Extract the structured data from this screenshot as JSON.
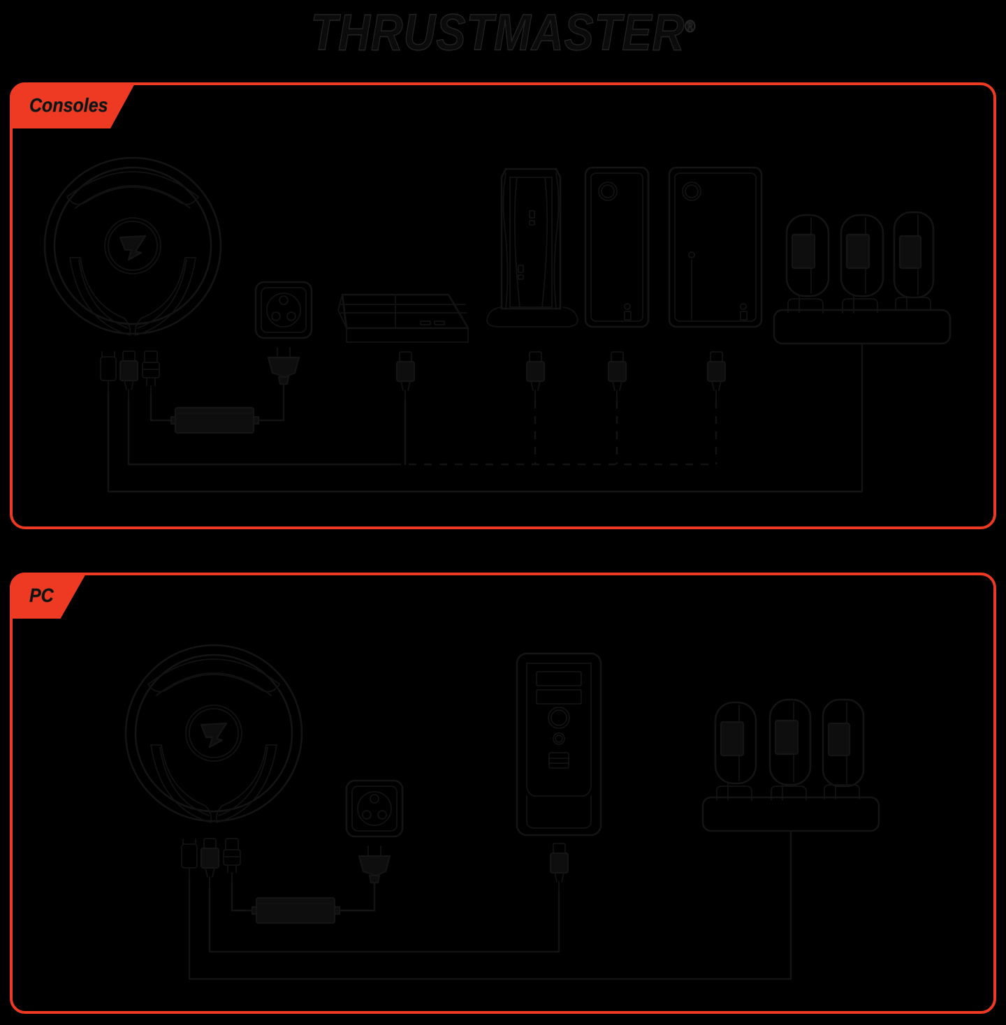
{
  "brand": {
    "wordmark": "THRUSTMASTER",
    "registered_mark": "®"
  },
  "colors": {
    "accent_red": "#ee3a22",
    "background": "#000000",
    "line": "#141414"
  },
  "panels": [
    {
      "id": "consoles",
      "tag_label": "Consoles",
      "devices": [
        {
          "name": "racing-wheel",
          "label": "Racing Wheel"
        },
        {
          "name": "power-outlet",
          "label": "Wall Power Outlet"
        },
        {
          "name": "playstation-4",
          "label": "PlayStation 4"
        },
        {
          "name": "playstation-5",
          "label": "PlayStation 5"
        },
        {
          "name": "xbox-series-s",
          "label": "Xbox Series S"
        },
        {
          "name": "xbox-series-x",
          "label": "Xbox Series X"
        },
        {
          "name": "pedal-set",
          "label": "Pedal Set"
        }
      ],
      "connectors": [
        {
          "name": "pedal-port-connector",
          "label": "Pedal Port"
        },
        {
          "name": "usb-connector",
          "label": "USB"
        },
        {
          "name": "power-connector",
          "label": "DC Power"
        }
      ],
      "accessories": [
        {
          "name": "power-supply-brick",
          "label": "Power Supply"
        },
        {
          "name": "ac-plug",
          "label": "AC Plug"
        }
      ]
    },
    {
      "id": "pc",
      "tag_label": "PC",
      "devices": [
        {
          "name": "racing-wheel",
          "label": "Racing Wheel"
        },
        {
          "name": "power-outlet",
          "label": "Wall Power Outlet"
        },
        {
          "name": "pc-tower",
          "label": "PC Tower"
        },
        {
          "name": "pedal-set",
          "label": "Pedal Set"
        }
      ],
      "connectors": [
        {
          "name": "pedal-port-connector",
          "label": "Pedal Port"
        },
        {
          "name": "usb-connector",
          "label": "USB"
        },
        {
          "name": "power-connector",
          "label": "DC Power"
        }
      ],
      "accessories": [
        {
          "name": "power-supply-brick",
          "label": "Power Supply"
        },
        {
          "name": "ac-plug",
          "label": "AC Plug"
        }
      ]
    }
  ]
}
